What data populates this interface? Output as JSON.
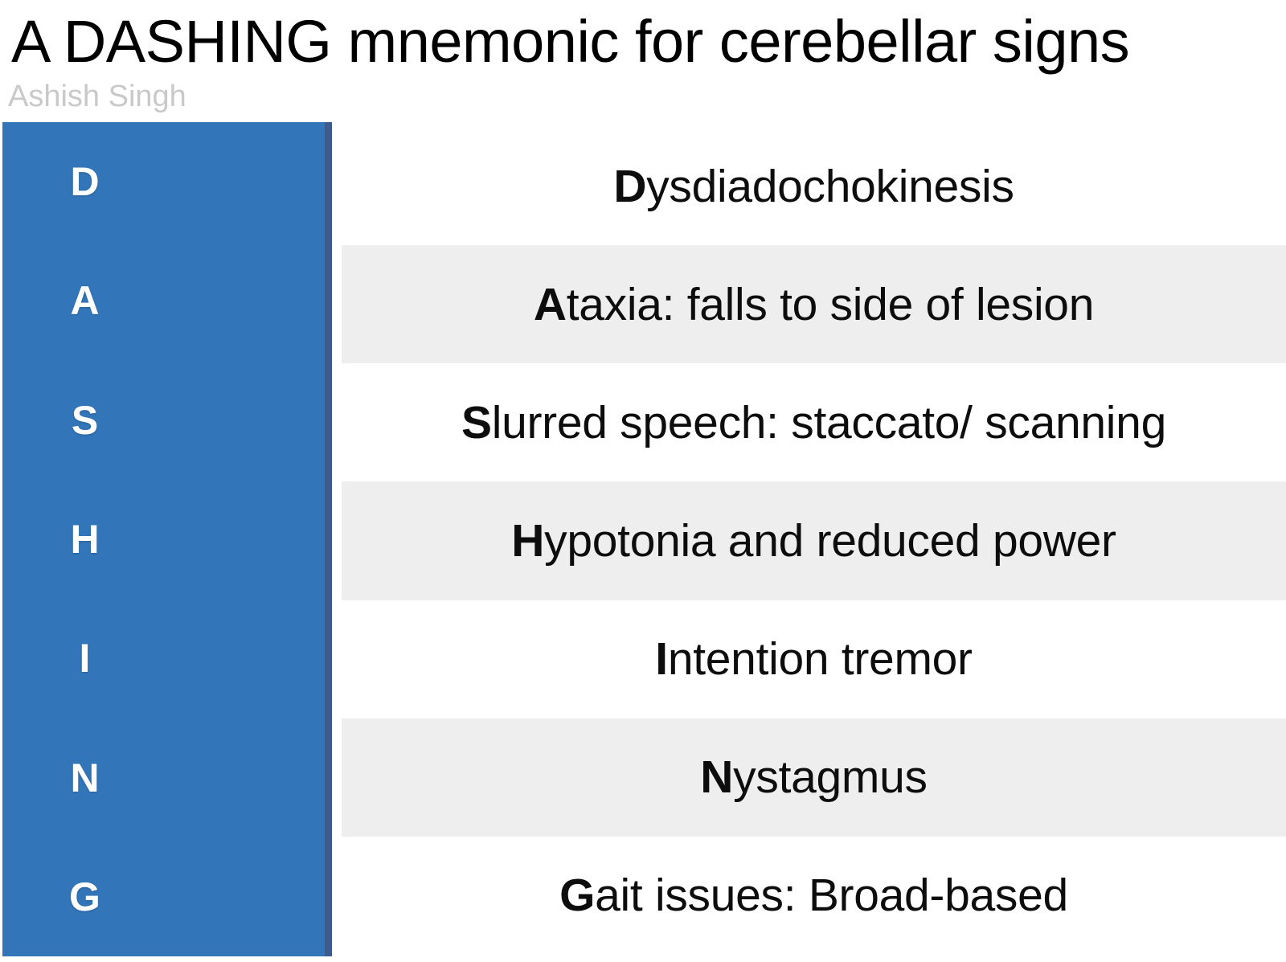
{
  "header": {
    "title": "A DASHING mnemonic for cerebellar signs",
    "author": "Ashish Singh"
  },
  "theme": {
    "accent_blue": "#3275b9",
    "accent_blue_edge": "#3d5b8c",
    "row_shade": "#eeeeee",
    "row_plain": "#ffffff",
    "letter_color": "#ffffff",
    "subtitle_color": "#c9c9c9",
    "text_color": "#0d0d0d"
  },
  "mnemonic": {
    "word": "DASHING",
    "rows": [
      {
        "letter": "D",
        "lead": "D",
        "rest": "ysdiadochokinesis",
        "full": "Dysdiadochokinesis",
        "shaded": false
      },
      {
        "letter": "A",
        "lead": "A",
        "rest": "taxia: falls to side of lesion",
        "full": "Ataxia: falls to side of lesion",
        "shaded": true
      },
      {
        "letter": "S",
        "lead": "S",
        "rest": "lurred speech: staccato/ scanning",
        "full": "Slurred speech: staccato/ scanning",
        "shaded": false
      },
      {
        "letter": "H",
        "lead": "H",
        "rest": "ypotonia and reduced power",
        "full": "Hypotonia and reduced power",
        "shaded": true
      },
      {
        "letter": "I",
        "lead": "I",
        "rest": "ntention tremor",
        "full": "Intention tremor",
        "shaded": false
      },
      {
        "letter": "N",
        "lead": "N",
        "rest": "ystagmus",
        "full": "Nystagmus",
        "shaded": true
      },
      {
        "letter": "G",
        "lead": "G",
        "rest": "ait issues: Broad-based",
        "full": "Gait issues: Broad-based",
        "shaded": false
      }
    ]
  }
}
